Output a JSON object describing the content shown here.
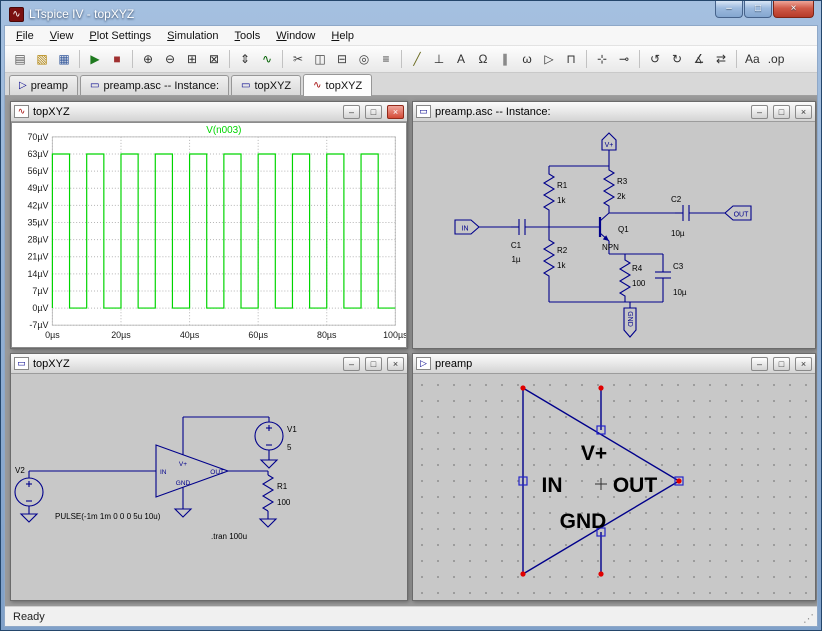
{
  "window": {
    "title": "LTspice IV - topXYZ",
    "icon_glyph": "∿",
    "controls": {
      "minimize": "–",
      "maximize": "□",
      "close": "×"
    }
  },
  "menu": {
    "items": [
      "File",
      "View",
      "Plot Settings",
      "Simulation",
      "Tools",
      "Window",
      "Help"
    ]
  },
  "toolbar": {
    "items": [
      {
        "name": "new-schematic",
        "glyph": "▤",
        "color": "#555555"
      },
      {
        "name": "open-file",
        "glyph": "▧",
        "color": "#B08000"
      },
      {
        "name": "save-file",
        "glyph": "▦",
        "color": "#31569B"
      },
      {
        "sep": true
      },
      {
        "name": "run-simulation",
        "glyph": "▶",
        "color": "#1F7A1F"
      },
      {
        "name": "halt-simulation",
        "glyph": "■",
        "color": "#A03030"
      },
      {
        "sep": true
      },
      {
        "name": "zoom-in",
        "glyph": "⊕",
        "color": "#303030"
      },
      {
        "name": "zoom-out",
        "glyph": "⊖",
        "color": "#303030"
      },
      {
        "name": "zoom-area",
        "glyph": "⊞",
        "color": "#303030"
      },
      {
        "name": "zoom-full-extents",
        "glyph": "⊠",
        "color": "#303030"
      },
      {
        "sep": true
      },
      {
        "name": "autorange-y-axis",
        "glyph": "⇕",
        "color": "#303030"
      },
      {
        "name": "plot-settings",
        "glyph": "∿",
        "color": "#006000"
      },
      {
        "sep": true
      },
      {
        "name": "cut",
        "glyph": "✂",
        "color": "#404040"
      },
      {
        "name": "copy",
        "glyph": "◫",
        "color": "#404040"
      },
      {
        "name": "paste",
        "glyph": "⊟",
        "color": "#404040"
      },
      {
        "name": "find",
        "glyph": "◎",
        "color": "#404040"
      },
      {
        "name": "print",
        "glyph": "≡",
        "color": "#404040"
      },
      {
        "sep": true
      },
      {
        "name": "draw-wire",
        "glyph": "╱",
        "color": "#6B6B20"
      },
      {
        "name": "place-ground",
        "glyph": "⊥",
        "color": "#303030"
      },
      {
        "name": "label-net",
        "glyph": "A",
        "color": "#303030"
      },
      {
        "name": "place-resistor",
        "glyph": "Ω",
        "color": "#303030"
      },
      {
        "name": "place-capacitor",
        "glyph": "∥",
        "color": "#303030"
      },
      {
        "name": "place-inductor",
        "glyph": "ω",
        "color": "#303030"
      },
      {
        "name": "place-diode",
        "glyph": "▷",
        "color": "#303030"
      },
      {
        "name": "place-component",
        "glyph": "⊓",
        "color": "#303030"
      },
      {
        "sep": true
      },
      {
        "name": "move",
        "glyph": "⊹",
        "color": "#303030"
      },
      {
        "name": "drag",
        "glyph": "⊸",
        "color": "#303030"
      },
      {
        "sep": true
      },
      {
        "name": "undo",
        "glyph": "↺",
        "color": "#303030"
      },
      {
        "name": "redo",
        "glyph": "↻",
        "color": "#303030"
      },
      {
        "name": "rotate",
        "glyph": "∡",
        "color": "#303030"
      },
      {
        "name": "mirror",
        "glyph": "⇄",
        "color": "#303030"
      },
      {
        "sep": true
      },
      {
        "name": "draft-text",
        "glyph": "Aa",
        "color": "#303030"
      },
      {
        "name": "spice-directive",
        "glyph": ".op",
        "color": "#303030"
      }
    ]
  },
  "tabs": {
    "icon_map": {
      "symbol": {
        "glyph": "▷",
        "color": "#00008B"
      },
      "schematic": {
        "glyph": "▭",
        "color": "#00008B"
      },
      "waveform": {
        "glyph": "∿",
        "color": "#A00000"
      }
    },
    "items": [
      {
        "name": "preamp",
        "label": "preamp",
        "icon": "symbol",
        "active": false
      },
      {
        "name": "preamp-asc-instance",
        "label": "preamp.asc -- Instance:",
        "icon": "schematic",
        "active": false
      },
      {
        "name": "topxyz-schematic",
        "label": "topXYZ",
        "icon": "schematic",
        "active": false
      },
      {
        "name": "topxyz-waveform",
        "label": "topXYZ",
        "icon": "waveform",
        "active": true
      }
    ]
  },
  "icons": {
    "waveform": {
      "glyph": "∿",
      "color": "#A00000"
    },
    "schematic": {
      "glyph": "▭",
      "color": "#00008B"
    },
    "symbol": {
      "glyph": "▷",
      "color": "#00008B"
    }
  },
  "mdi": {
    "waveform": {
      "title": "topXYZ"
    },
    "instance": {
      "title": "preamp.asc -- Instance:",
      "labels": {
        "vplus": "V+",
        "in": "IN",
        "out": "OUT",
        "gnd": "GND",
        "r1": "R1",
        "r1v": "1k",
        "r2": "R2",
        "r2v": "1k",
        "r3": "R3",
        "r3v": "2k",
        "r4": "R4",
        "r4v": "100",
        "c1": "C1",
        "c1v": "1µ",
        "c2": "C2",
        "c2v": "10µ",
        "c3": "C3",
        "c3v": "10µ",
        "q1": "Q1",
        "q1v": "NPN"
      }
    },
    "top": {
      "title": "topXYZ",
      "labels": {
        "v1": "V1",
        "v1v": "5",
        "v2": "V2",
        "v2v": "PULSE(-1m 1m 0 0 0 5u 10u)",
        "r1": "R1",
        "r1v": "100",
        "tran": ".tran 100u",
        "pin_vplus": "V+",
        "pin_in": "IN",
        "pin_out": "OUT",
        "pin_gnd": "GND"
      }
    },
    "symbol": {
      "title": "preamp",
      "labels": {
        "vplus": "V+",
        "in": "IN",
        "out": "OUT",
        "gnd": "GND"
      }
    }
  },
  "chart_data": {
    "type": "line",
    "title": "V(n003)",
    "xlabel": "",
    "ylabel": "",
    "x_range_us": [
      0,
      100
    ],
    "y_range_uV": [
      -7,
      70
    ],
    "x_ticks": [
      "0µs",
      "20µs",
      "40µs",
      "60µs",
      "80µs",
      "100µs"
    ],
    "y_ticks": [
      "70µV",
      "63µV",
      "56µV",
      "49µV",
      "42µV",
      "35µV",
      "28µV",
      "21µV",
      "14µV",
      "7µV",
      "0µV",
      "-7µV"
    ],
    "grid": true,
    "legend": "title-top-center",
    "series": [
      {
        "name": "V(n003)",
        "color": "#00D500",
        "waveform": "square",
        "period_us": 10,
        "duty": 0.5,
        "high_uV": 63,
        "low_uV": 0,
        "t_start_us": 0,
        "t_end_us": 100
      }
    ]
  },
  "status": {
    "text": "Ready"
  },
  "colors": {
    "trace": "#00D500",
    "schematic_wire": "#00008B",
    "schematic_bg": "#C8C8C8",
    "titlebar_top": "#A5C0E0",
    "titlebar_bottom": "#7FA0C8",
    "mdi_bg": "#9A9A9A"
  }
}
